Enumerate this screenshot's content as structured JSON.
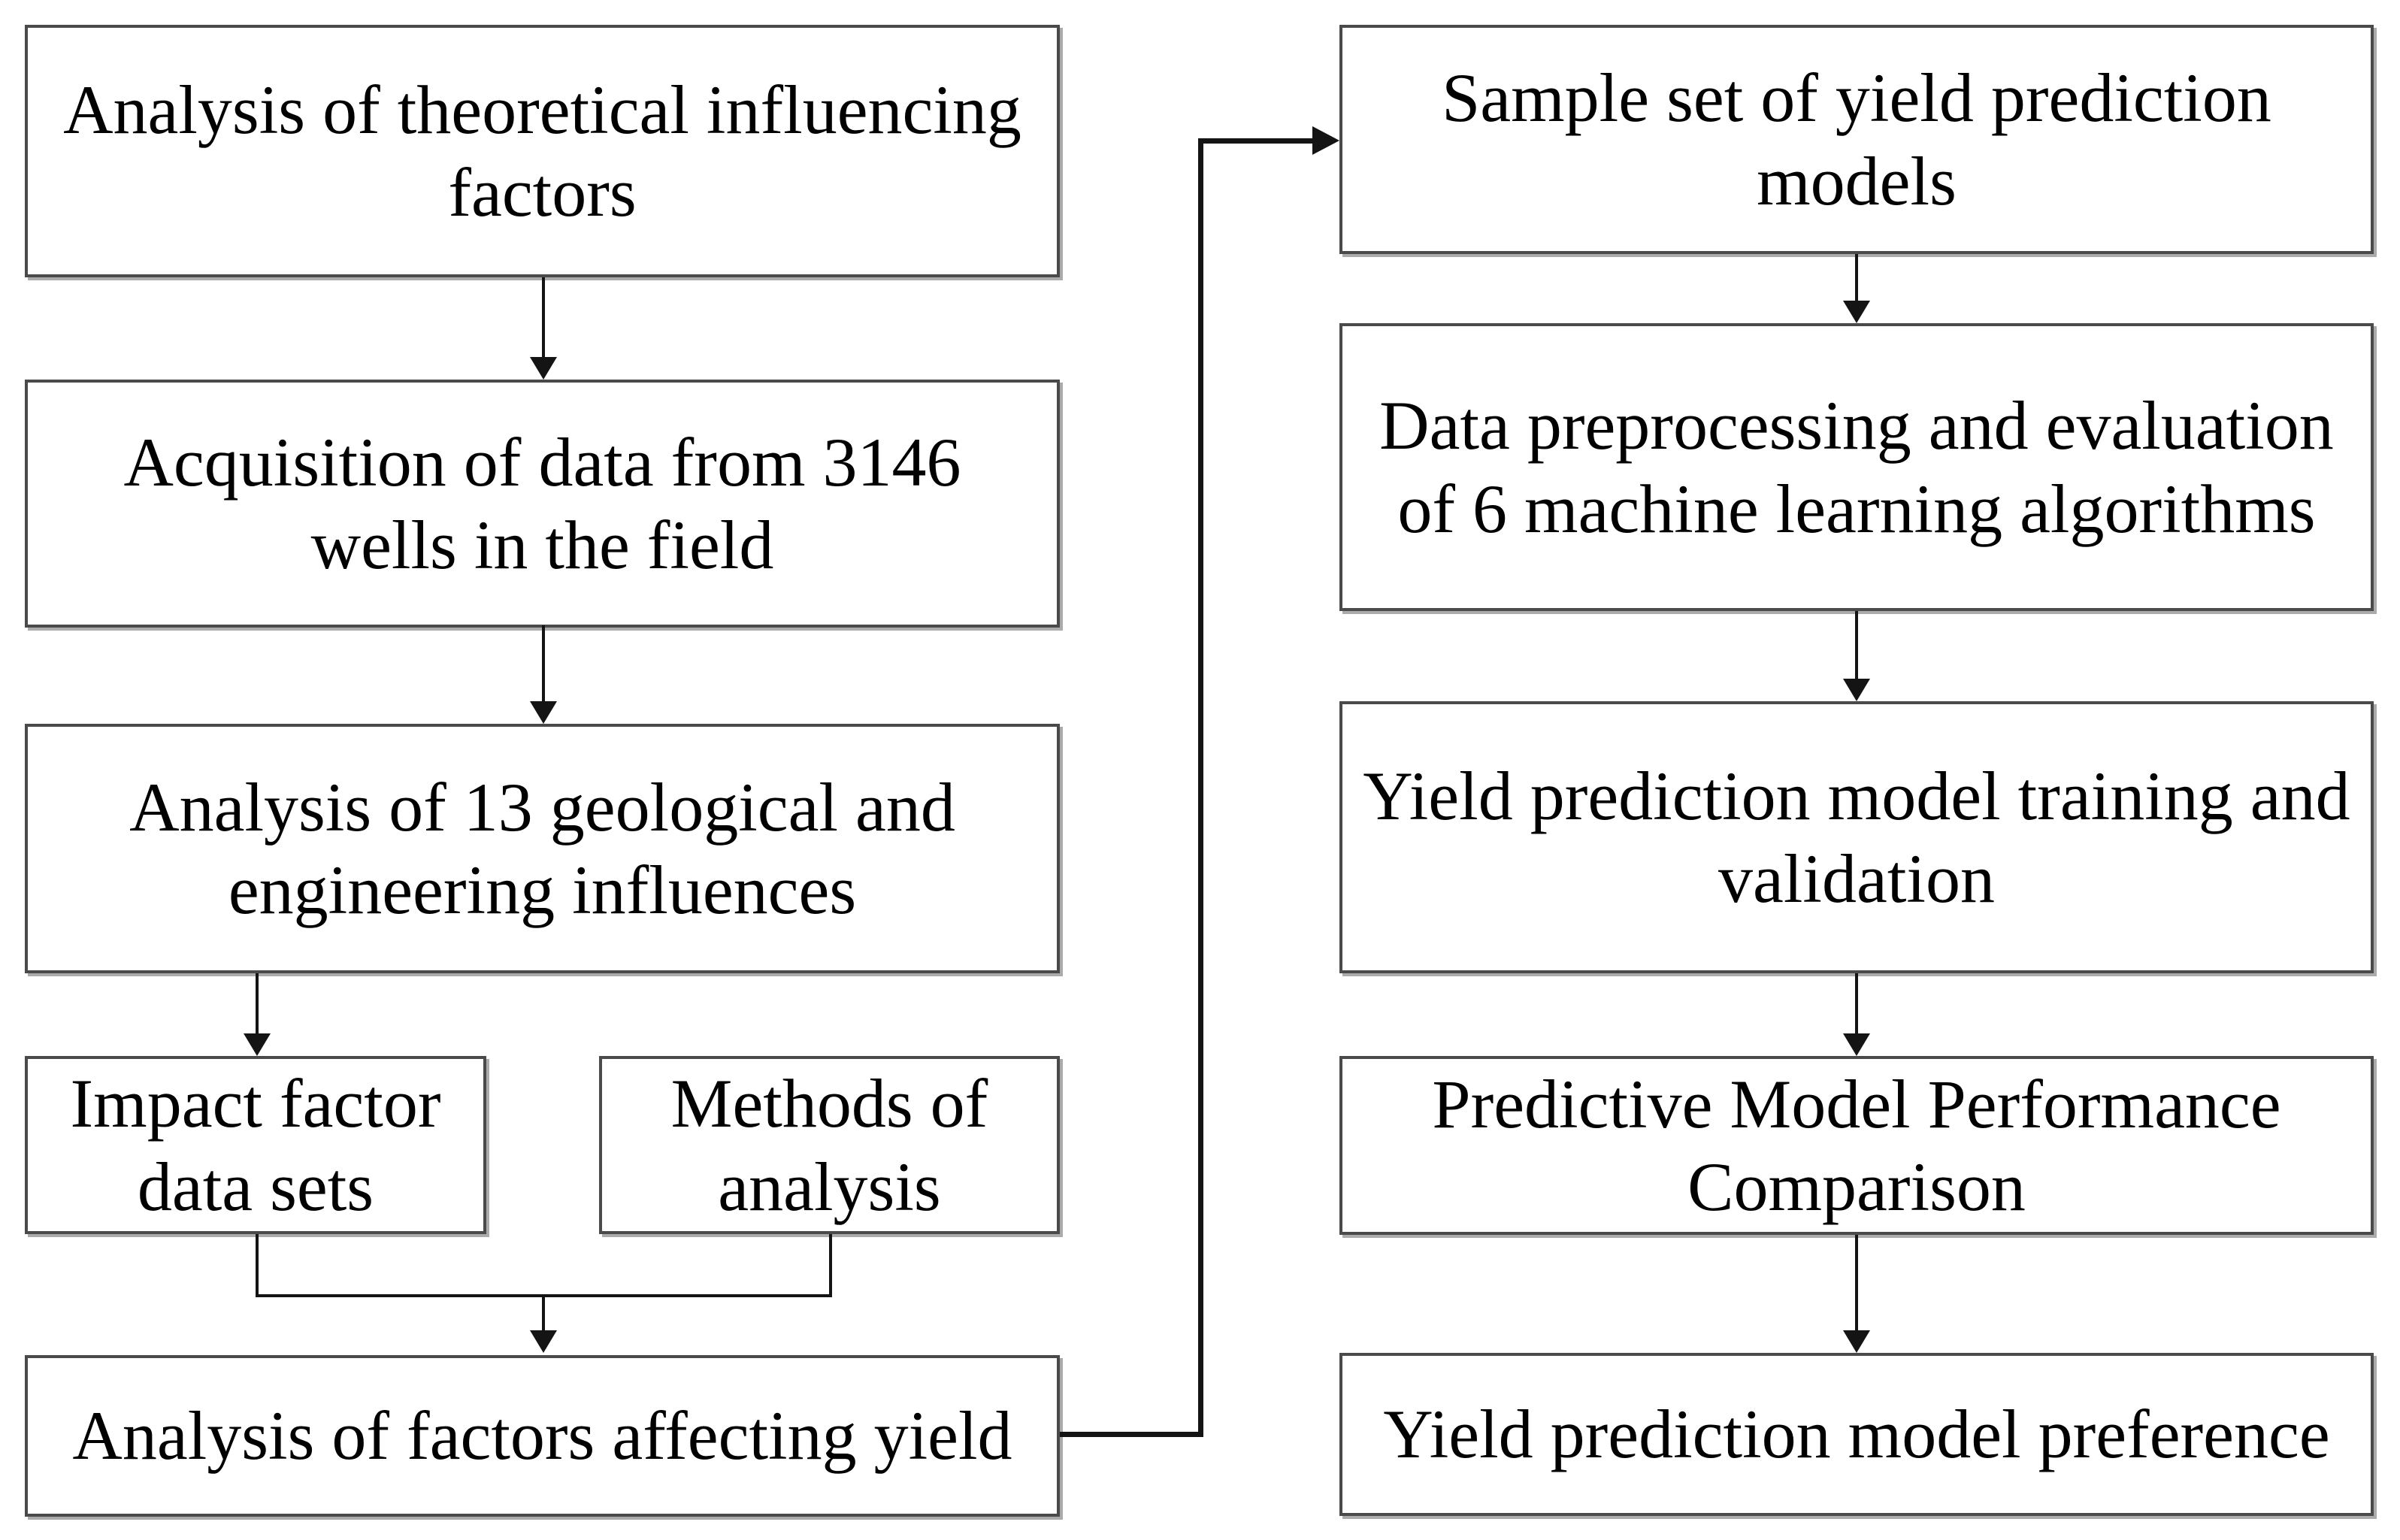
{
  "figure": {
    "type": "flowchart",
    "colors": {
      "background": "#ffffff",
      "box_border": "#4a4a4a",
      "box_shadow": "#ababab",
      "arrow": "#141414",
      "text": "#000000"
    },
    "left_column": [
      {
        "label": "Analysis of theoretical influencing\nfactors"
      },
      {
        "label": "Acquisition of data from 3146\nwells in the field"
      },
      {
        "label": "Analysis of 13 geological and\nengineering influences"
      },
      {
        "label": "Impact factor\ndata sets"
      },
      {
        "label": "Methods of\nanalysis"
      },
      {
        "label": "Analysis of factors affecting yield"
      }
    ],
    "right_column": [
      {
        "label": "Sample set of yield prediction\nmodels"
      },
      {
        "label": "Data preprocessing and evaluation\nof 6 machine learning algorithms"
      },
      {
        "label": "Yield prediction model training and\nvalidation"
      },
      {
        "label": "Predictive Model Performance\nComparison"
      },
      {
        "label": "Yield prediction model preference"
      }
    ],
    "connections": [
      "Analysis of theoretical influencing factors -> Acquisition of data from 3146 wells in the field",
      "Acquisition of data from 3146 wells in the field -> Analysis of 13 geological and engineering influences",
      "Analysis of 13 geological and engineering influences -> Impact factor data sets",
      "Impact factor data sets + Methods of analysis -> Analysis of factors affecting yield",
      "Analysis of factors affecting yield -> Sample set of yield prediction models",
      "Sample set of yield prediction models -> Data preprocessing and evaluation of 6 machine learning algorithms",
      "Data preprocessing and evaluation of 6 machine learning algorithms -> Yield prediction model training and validation",
      "Yield prediction model training and validation -> Predictive Model Performance Comparison",
      "Predictive Model Performance Comparison -> Yield prediction model preference"
    ]
  }
}
